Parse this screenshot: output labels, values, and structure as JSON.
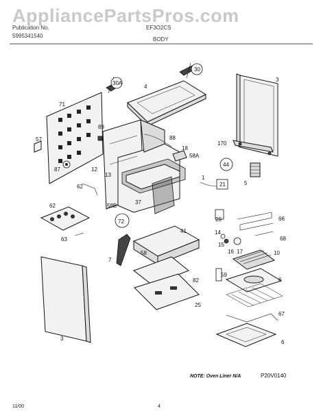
{
  "watermark": "AppliancePartsPros.com",
  "header": {
    "publication_label": "Publication No.",
    "publication_number": "5995341540",
    "model": "EF3O2CS",
    "section": "BODY"
  },
  "callouts": [
    "30A",
    "4",
    "30",
    "3",
    "71",
    "89",
    "88",
    "18",
    "58A",
    "170",
    "57",
    "44",
    "12",
    "13",
    "5",
    "87",
    "1",
    "21",
    "62",
    "58B",
    "37",
    "29",
    "66",
    "72",
    "62",
    "41",
    "14",
    "15",
    "68",
    "63",
    "16",
    "17",
    "10",
    "7",
    "58",
    "82",
    "59",
    "6",
    "25",
    "3",
    "67",
    "6"
  ],
  "note": "NOTE: Oven Liner N/A",
  "diagram_code": "P20V0140",
  "footer": {
    "date": "11/00",
    "page": "4"
  }
}
